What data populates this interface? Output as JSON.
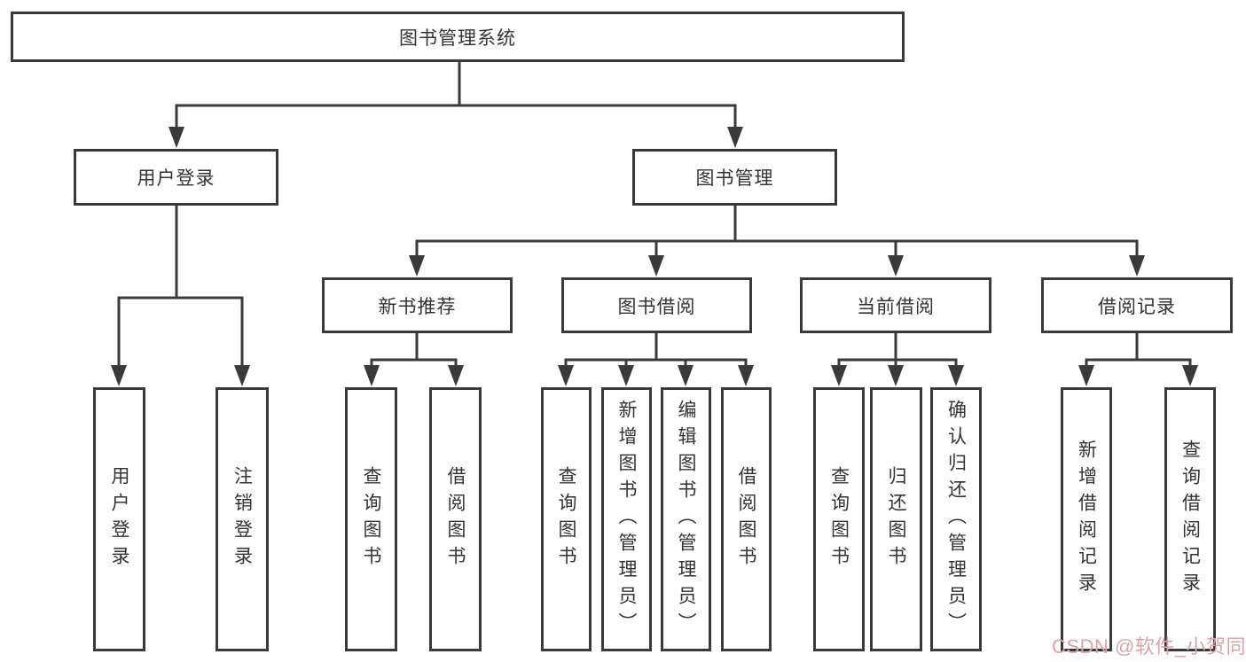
{
  "diagram": {
    "root": {
      "label": "图书管理系统"
    },
    "branches": [
      {
        "label": "用户登录",
        "children": [
          {
            "label": "用户登录"
          },
          {
            "label": "注销登录"
          }
        ]
      },
      {
        "label": "图书管理",
        "children": [
          {
            "label": "新书推荐",
            "children": [
              {
                "label": "查询图书"
              },
              {
                "label": "借阅图书"
              }
            ]
          },
          {
            "label": "图书借阅",
            "children": [
              {
                "label": "查询图书"
              },
              {
                "label": "新增图书（管理员）"
              },
              {
                "label": "编辑图书（管理员）"
              },
              {
                "label": "借阅图书"
              }
            ]
          },
          {
            "label": "当前借阅",
            "children": [
              {
                "label": "查询图书"
              },
              {
                "label": "归还图书"
              },
              {
                "label": "确认归还（管理员）"
              }
            ]
          },
          {
            "label": "借阅记录",
            "children": [
              {
                "label": "新增借阅记录"
              },
              {
                "label": "查询借阅记录"
              }
            ]
          }
        ]
      }
    ]
  },
  "watermark": {
    "text": "CSDN @软件_小贺同学",
    "color": "#dba4a4"
  },
  "colors": {
    "line": "#3a3a3a",
    "box_border": "#3a3a3a",
    "background": "#ffffff"
  }
}
